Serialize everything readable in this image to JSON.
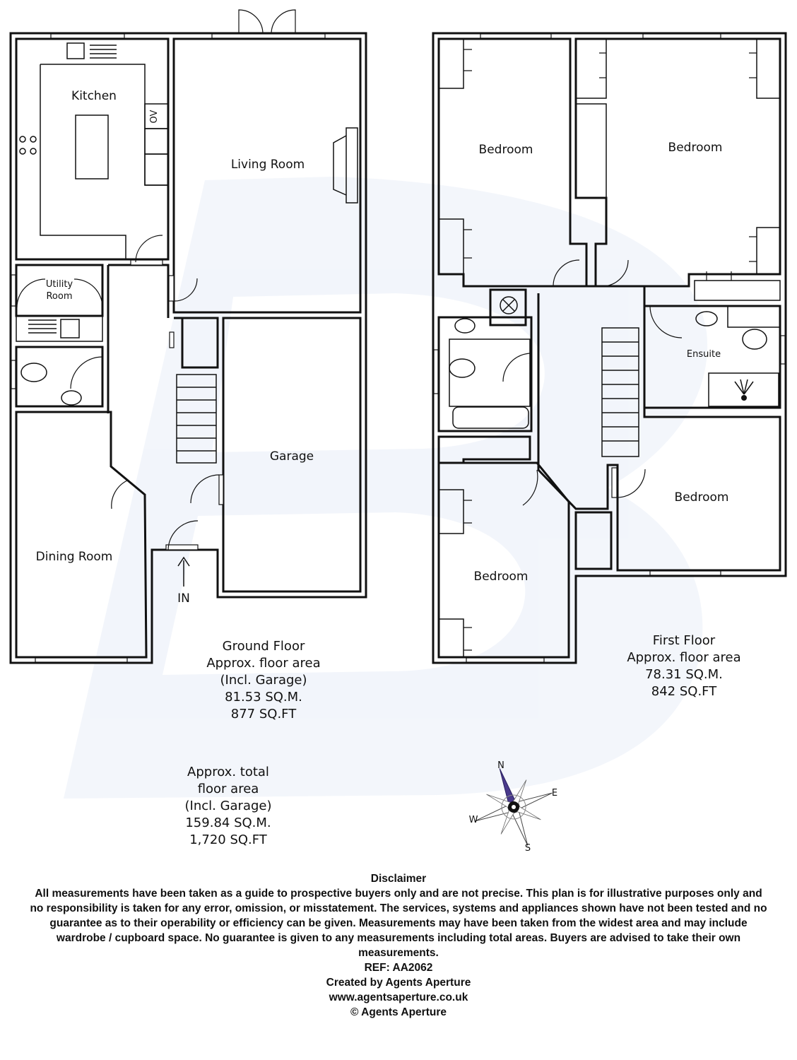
{
  "colors": {
    "wall": "#111111",
    "watermark": "#e9eef8",
    "compass_needle": "#4a3a8c"
  },
  "rooms": {
    "kitchen": "Kitchen",
    "oven": "OV",
    "living_room": "Living Room",
    "utility_line1": "Utility",
    "utility_line2": "Room",
    "garage": "Garage",
    "dining_room": "Dining Room",
    "entrance": "IN",
    "bedroom_1": "Bedroom",
    "bedroom_2": "Bedroom",
    "ensuite": "Ensuite",
    "bedroom_3": "Bedroom",
    "bedroom_4": "Bedroom"
  },
  "ground_floor": {
    "line1": "Ground Floor",
    "line2": "Approx. floor area",
    "line3": "(Incl. Garage)",
    "line4": "81.53 SQ.M.",
    "line5": "877 SQ.FT"
  },
  "first_floor": {
    "line1": "First Floor",
    "line2": "Approx. floor area",
    "line3": "78.31 SQ.M.",
    "line4": "842 SQ.FT"
  },
  "total": {
    "line1": "Approx. total",
    "line2": "floor area",
    "line3": "(Incl. Garage)",
    "line4": "159.84 SQ.M.",
    "line5": "1,720 SQ.FT"
  },
  "compass": {
    "n": "N",
    "e": "E",
    "s": "S",
    "w": "W"
  },
  "disclaimer": {
    "heading": "Disclaimer",
    "body": "All measurements have been taken as a guide to prospective buyers only and are not precise. This plan is for illustrative purposes only and no responsibility is taken for any error, omission, or misstatement. The services, systems and appliances shown have not been tested and no guarantee as to their operability or efficiency can be given. Measurements may have been taken from the widest area and may include wardrobe / cupboard space. No guarantee is given to any measurements including total areas. Buyers are advised to take their own measurements.",
    "ref": "REF: AA2062",
    "created_by": "Created by Agents Aperture",
    "website": "www.agentsaperture.co.uk",
    "copyright": "© Agents Aperture"
  }
}
